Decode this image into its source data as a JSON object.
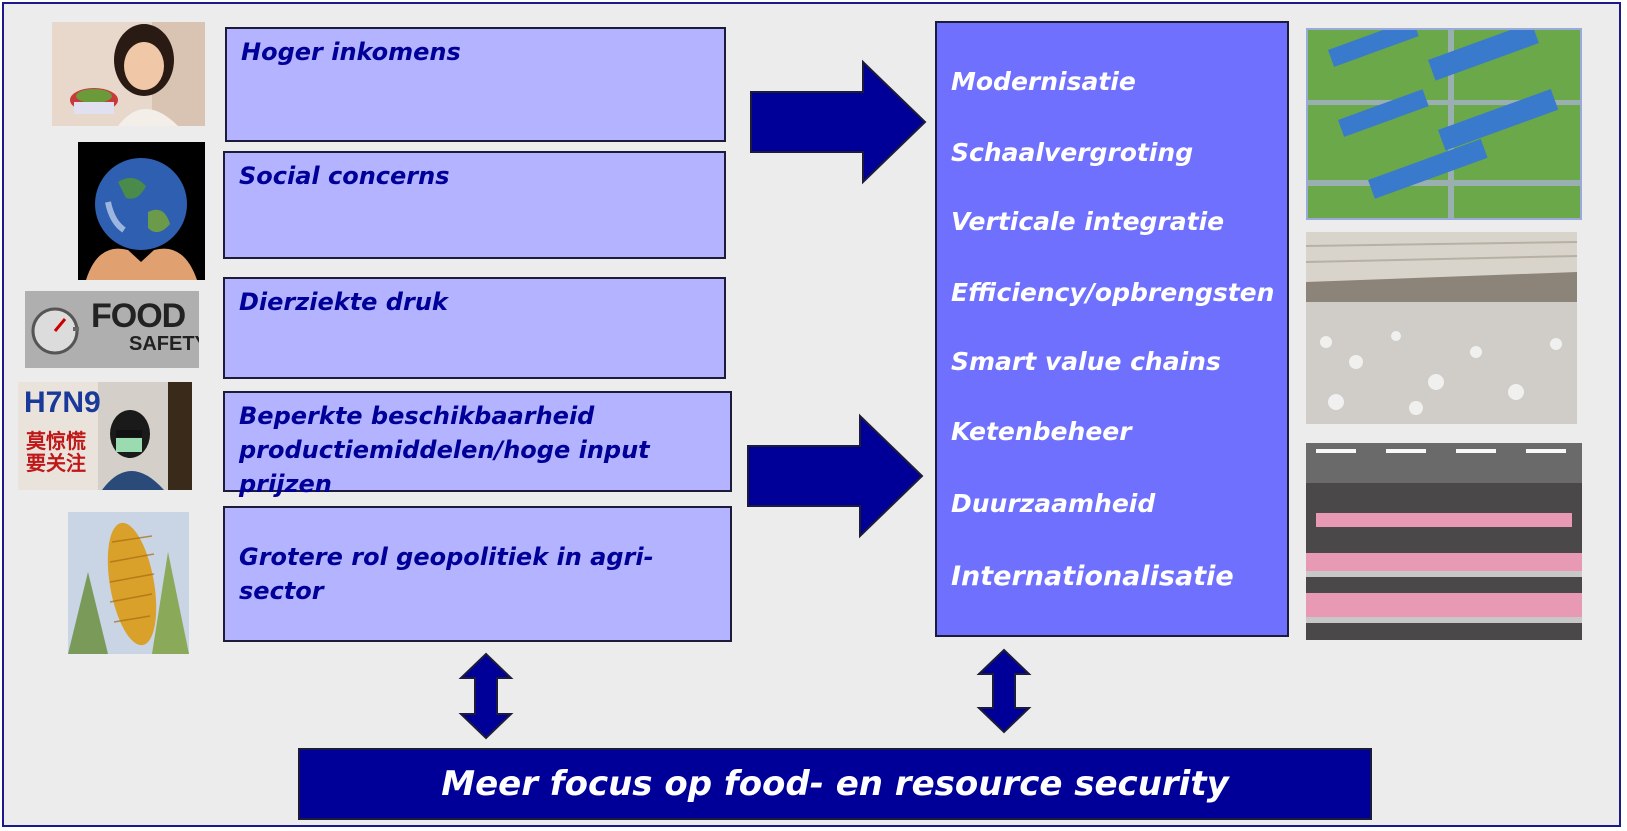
{
  "drivers": [
    {
      "label": "Hoger inkomens",
      "photo": "woman-eating-icon"
    },
    {
      "label": "Social concerns",
      "photo": "globe-in-hands-icon"
    },
    {
      "label": "Dierziekte druk",
      "photo": "food-safety-thermometer-icon"
    },
    {
      "label": "Beperkte beschikbaarheid productiemiddelen/hoge input prijzen",
      "photo": "masked-person-icon"
    },
    {
      "label": "Grotere rol geopolitiek in agri-sector",
      "photo": "corn-cob-icon"
    }
  ],
  "outcomes": [
    "Modernisatie",
    "Schaalvergroting",
    "Verticale integratie",
    "Efficiency/opbrengsten",
    "Smart value chains",
    "Ketenbeheer",
    "Duurzaamheid",
    "Internationalisatie"
  ],
  "outcome_photos": [
    "farm-aerial-icon",
    "poultry-barn-icon",
    "processing-plant-icon"
  ],
  "food_safety_sign": {
    "line1": "FOOD",
    "line2": "SAFETY"
  },
  "sign_text": {
    "h7n9": "H7N9",
    "cn": "莫惊慌\n要关注"
  },
  "bottom_banner": "Meer focus op food- en resource security",
  "colors": {
    "frame_border": "#1a1a8c",
    "background": "#ececec",
    "driver_box": "#b3b3ff",
    "driver_text": "#000099",
    "outcome_box": "#7070ff",
    "outcome_text": "#ffffff",
    "arrow": "#000099",
    "banner": "#000099"
  }
}
